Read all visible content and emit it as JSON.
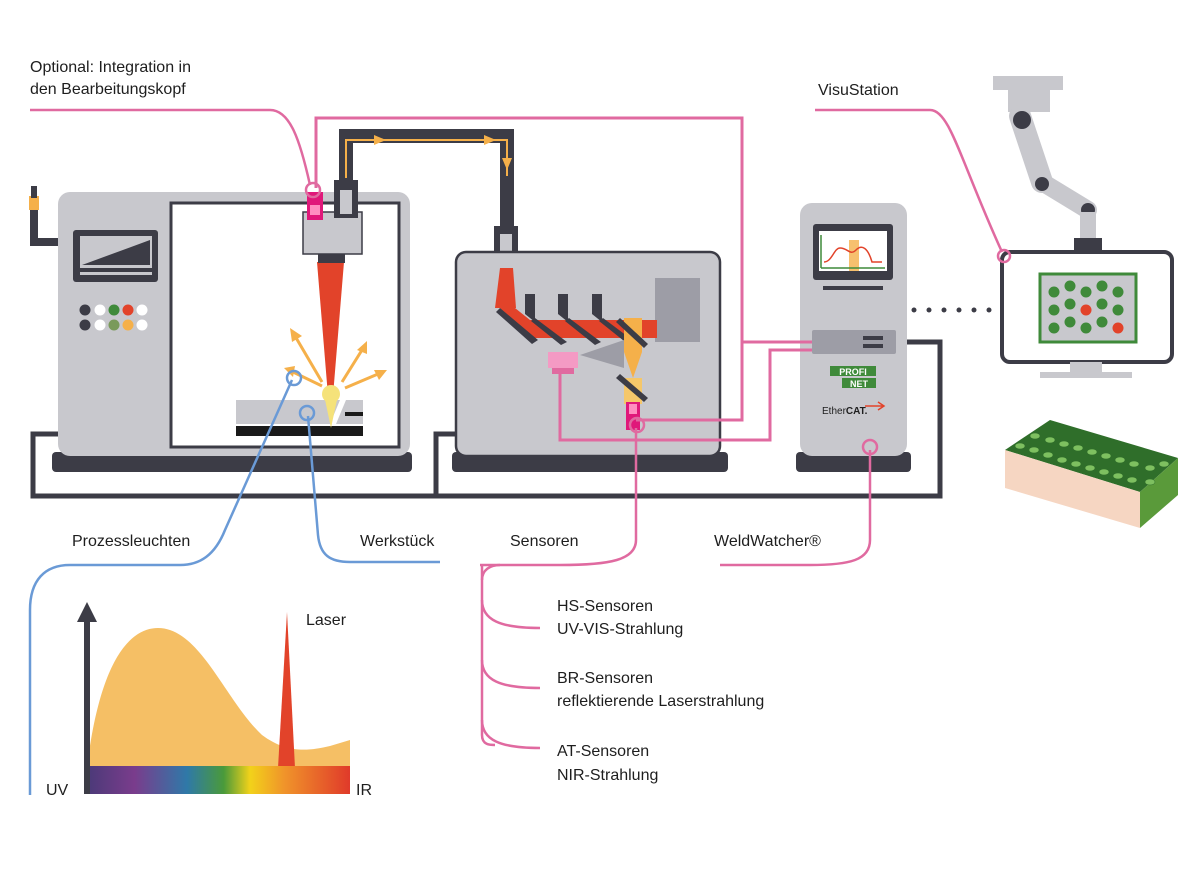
{
  "labels": {
    "optional_line1": "Optional: Integration in",
    "optional_line2": "den Bearbeitungskopf",
    "visustation": "VisuStation",
    "prozessleuchten": "Prozessleuchten",
    "werkstueck": "Werkstück",
    "sensoren": "Sensoren",
    "weldwatcher": "WeldWatcher®",
    "hs_title": "HS-Sensoren",
    "hs_desc": "UV-VIS-Strahlung",
    "br_title": "BR-Sensoren",
    "br_desc": "reflektierende Laserstrahlung",
    "at_title": "AT-Sensoren",
    "at_desc": "NIR-Strahlung"
  },
  "spectrum": {
    "laser_label": "Laser",
    "uv_label": "UV",
    "ir_label": "IR"
  },
  "logos": {
    "profinet_line1": "PROFI",
    "profinet_line2": "NET",
    "ethercat_prefix": "Ether",
    "ethercat_suffix": "CAT."
  },
  "colors": {
    "machine_body": "#c8c8cd",
    "dark": "#3c3c46",
    "pink": "#e06aa0",
    "blue": "#6a9ad6",
    "orange": "#f5b04a",
    "laser_red": "#e2432a",
    "green": "#3f8a3a",
    "led_red": "#e2432a"
  }
}
